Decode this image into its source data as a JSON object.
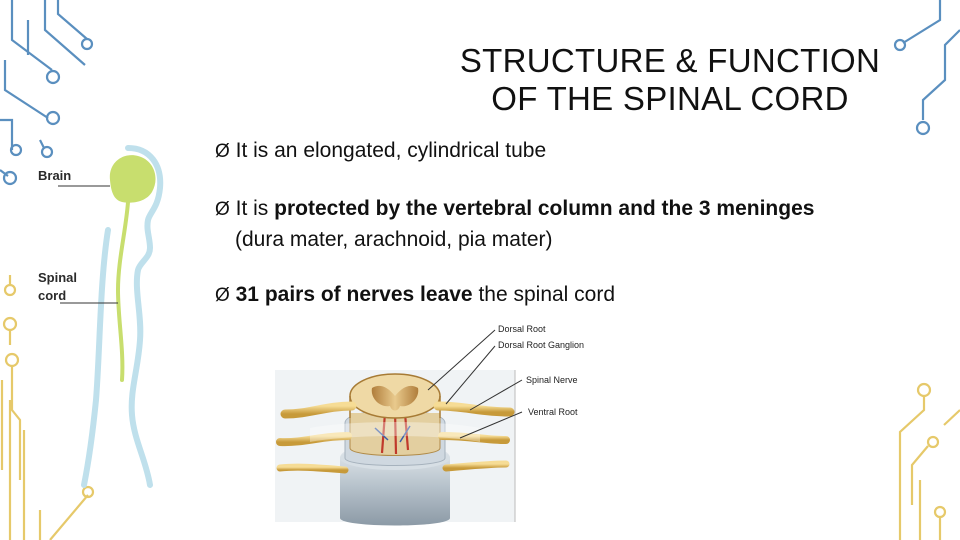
{
  "slide": {
    "title_line1": "STRUCTURE & FUNCTION",
    "title_line2": "OF THE SPINAL CORD",
    "bullets": [
      {
        "parts": [
          {
            "text": "It is an elongated, cylindrical tube",
            "bold": false
          }
        ]
      },
      {
        "line1": [
          {
            "text": "It is ",
            "bold": false
          },
          {
            "text": "protected by the vertebral column and the 3 meninges",
            "bold": true
          }
        ],
        "line2": "(dura mater, arachnoid, pia mater)"
      },
      {
        "parts": [
          {
            "text": "31 pairs of nerves leave",
            "bold": true
          },
          {
            "text": " the spinal cord",
            "bold": false
          }
        ]
      }
    ],
    "bullet_marker": "Ø"
  },
  "body_diagram": {
    "label_brain": "Brain",
    "label_spinal_1": "Spinal",
    "label_spinal_2": "cord"
  },
  "cord_diagram": {
    "label_dorsal_root": "Dorsal Root",
    "label_dorsal_ganglion": "Dorsal Root Ganglion",
    "label_spinal_nerve": "Spinal Nerve",
    "label_ventral_root": "Ventral Root"
  },
  "colors": {
    "circuit_blue": "#5a8fbf",
    "circuit_gold": "#e6c96a",
    "body_outline": "#bfe0ec",
    "brain_green": "#c8de6e"
  }
}
